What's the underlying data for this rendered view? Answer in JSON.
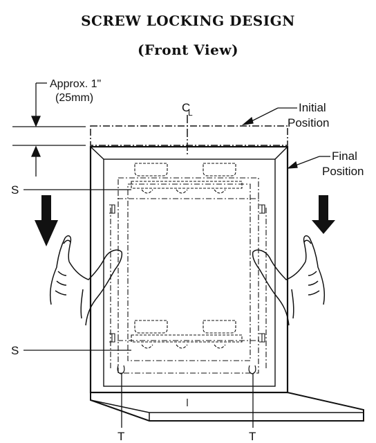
{
  "title": "SCREW LOCKING DESIGN",
  "subtitle": "(Front View)",
  "labels": {
    "approx_line1": "Approx. 1\"",
    "approx_line2": "(25mm)",
    "centerline": "C",
    "centerline_sub": "L",
    "initial_line1": "Initial",
    "initial_line2": "Position",
    "final_line1": "Final",
    "final_line2": "Position",
    "s_top": "S",
    "s_bottom": "S",
    "t_left": "T",
    "t_right": "T"
  },
  "colors": {
    "ink": "#111111",
    "background": "#ffffff"
  }
}
